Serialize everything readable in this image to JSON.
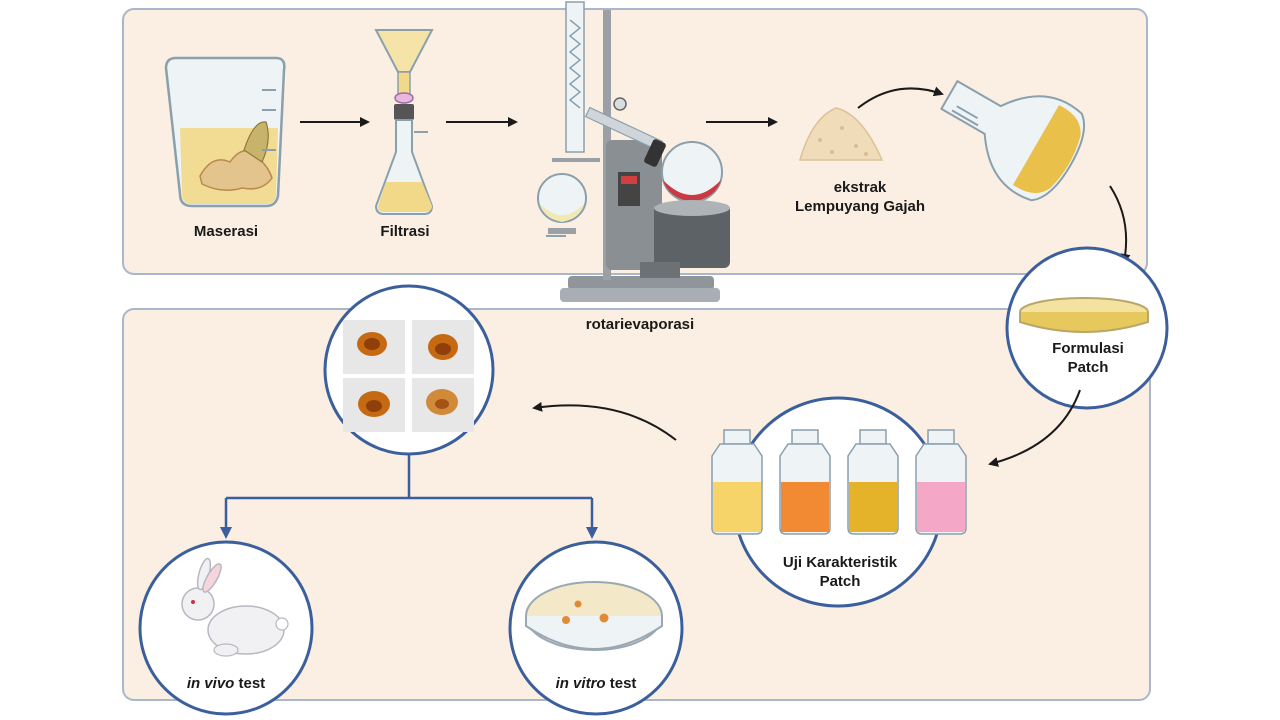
{
  "steps": {
    "maserasi": "Maserasi",
    "filtrasi": "Filtrasi",
    "rotarievaporasi": "rotarievaporasi",
    "ekstrak_line1": "ekstrak",
    "ekstrak_line2": "Lempuyang Gajah",
    "formulasi_line1": "Formulasi",
    "formulasi_line2": "Patch",
    "uji_line1": "Uji Karakteristik",
    "uji_line2": "Patch",
    "invivo_italic": "in vivo",
    "invivo_rest": " test",
    "invitro_italic": "in vitro",
    "invitro_rest": " test"
  },
  "colors": {
    "panel_bg": "#fbeee2",
    "panel_border": "#a9b7cc",
    "circle_border": "#3b5f9c",
    "liquid_yellow": "#f2d98a",
    "patch_orange": "#c56a12",
    "bottle_orange": "#f28a33",
    "bottle_gold": "#e5b32a",
    "bottle_pink": "#f4a7c6",
    "flask_red": "#c93a45"
  },
  "icons": [
    "beaker-icon",
    "funnel-flask-icon",
    "rotary-evaporator-icon",
    "powder-pile-icon",
    "volumetric-flask-icon",
    "petri-dish-icon",
    "bottle-icon",
    "rabbit-icon",
    "patch-photo-icon"
  ]
}
